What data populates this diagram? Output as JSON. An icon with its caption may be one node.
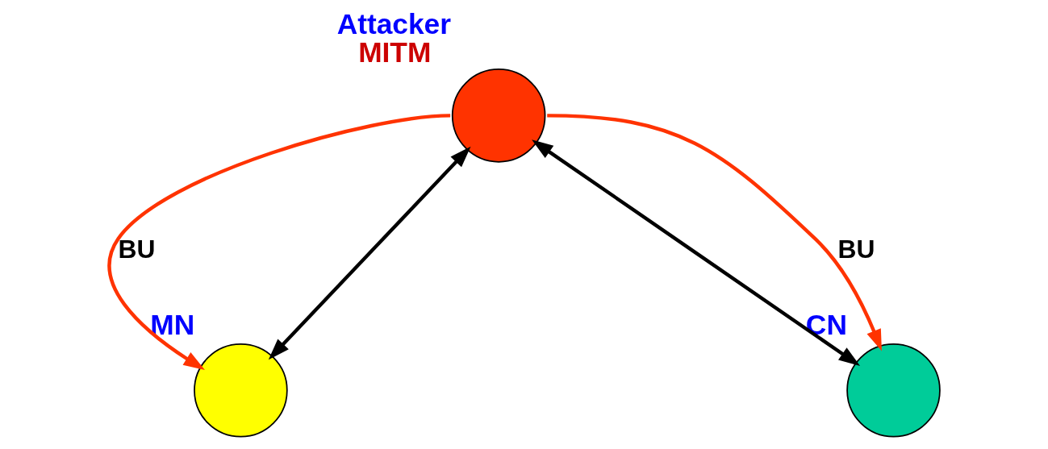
{
  "diagram": {
    "nodes": [
      {
        "text": [],
        "shape": "circle",
        "beside": [
          "Attacker",
          "MITM"
        ]
      },
      {
        "text": [],
        "shape": "circle",
        "beside": [
          "MN"
        ]
      },
      {
        "text": [],
        "shape": "circle",
        "beside": [
          "CN"
        ]
      }
    ],
    "edges": [
      {
        "from": 0,
        "to": 1,
        "arrow": "to",
        "label": "BU",
        "color": "#ff3300"
      },
      {
        "from": 0,
        "to": 2,
        "arrow": "to",
        "label": "BU",
        "color": "#ff3300"
      },
      {
        "from": 0,
        "to": 1,
        "arrow": "both",
        "color": "#000000"
      },
      {
        "from": 0,
        "to": 2,
        "arrow": "both",
        "color": "#000000"
      }
    ]
  }
}
